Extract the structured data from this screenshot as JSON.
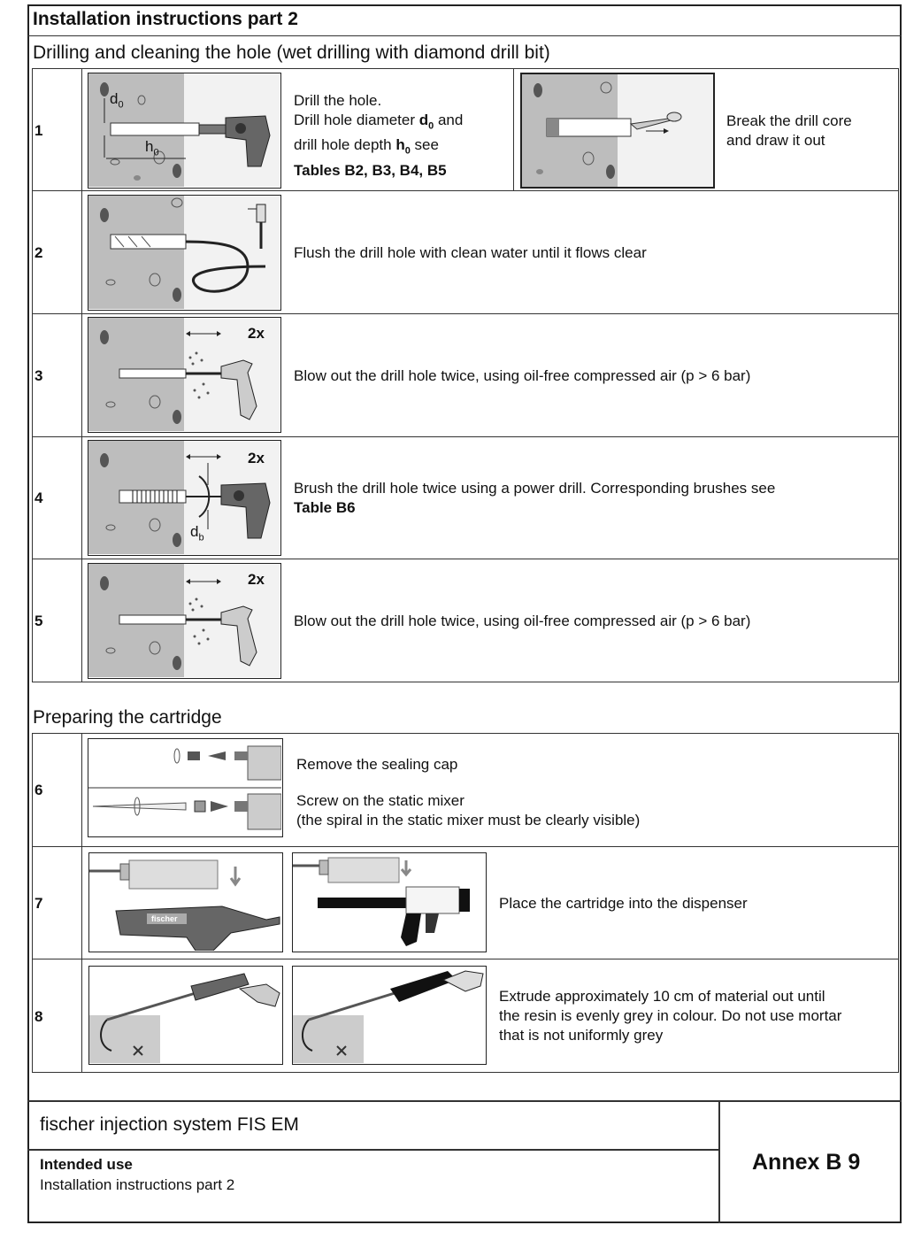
{
  "header": {
    "title": "Installation instructions part 2",
    "section1": "Drilling and cleaning the hole (wet drilling with diamond drill bit)",
    "section2": "Preparing the cartridge"
  },
  "steps": [
    {
      "num": "1",
      "line1": "Drill the hole.",
      "line2a": "Drill hole diameter ",
      "line2b": "d",
      "line2c": "0",
      "line2d": " and",
      "line3a": "drill hole depth ",
      "line3b": "h",
      "line3c": "0",
      "line3d": " see",
      "line4": "Tables B2, B3, B4, B5",
      "label_d": "d",
      "label_d_sub": "0",
      "label_h": "h",
      "label_h_sub": "0",
      "right_line1": "Break the drill core",
      "right_line2": "and draw it out"
    },
    {
      "num": "2",
      "text": "Flush the drill hole with clean water until it flows clear"
    },
    {
      "num": "3",
      "text": "Blow out the drill hole twice, using oil-free compressed air (p > 6 bar)",
      "repeat": "2x"
    },
    {
      "num": "4",
      "text_a": "Brush the drill hole twice using a power drill. Corresponding brushes see",
      "text_b": "Table B6",
      "repeat": "2x",
      "label_d": "d",
      "label_d_sub": "b"
    },
    {
      "num": "5",
      "text": "Blow out the drill hole twice, using oil-free compressed air (p > 6 bar)",
      "repeat": "2x"
    },
    {
      "num": "6",
      "text1": "Remove the sealing cap",
      "text2": "Screw on the static mixer",
      "text3": "(the spiral in the static mixer must be clearly visible)"
    },
    {
      "num": "7",
      "text": "Place the cartridge into the dispenser",
      "brand": "fischer"
    },
    {
      "num": "8",
      "line1": "Extrude approximately 10 cm of material out until",
      "line2": "the resin is evenly grey in colour. Do not use mortar",
      "line3": "that is not uniformly grey"
    }
  ],
  "footer": {
    "product": "fischer injection system FIS EM",
    "use_title": "Intended use",
    "use_sub": "Installation instructions part 2",
    "annex": "Annex B 9"
  },
  "colors": {
    "concrete": "#bdbdbd",
    "stone": "#7a7a7a",
    "ink": "#222222"
  }
}
